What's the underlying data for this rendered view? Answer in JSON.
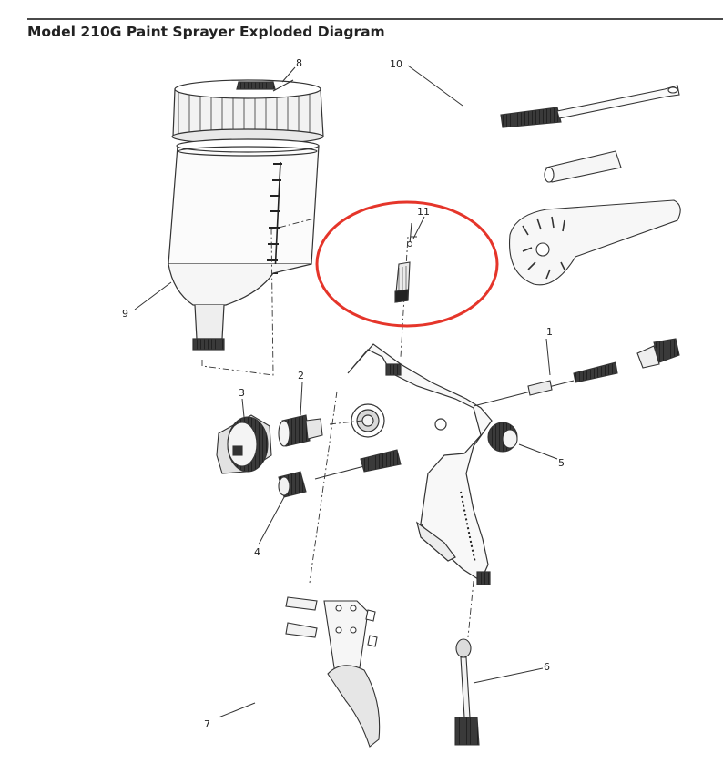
{
  "header": {
    "title": "Model 210G Paint Sprayer Exploded Diagram"
  },
  "callouts": [
    {
      "id": "1",
      "label": "1"
    },
    {
      "id": "2",
      "label": "2"
    },
    {
      "id": "3",
      "label": "3"
    },
    {
      "id": "4",
      "label": "4"
    },
    {
      "id": "5",
      "label": "5"
    },
    {
      "id": "6",
      "label": "6"
    },
    {
      "id": "7",
      "label": "7"
    },
    {
      "id": "8",
      "label": "8"
    },
    {
      "id": "9",
      "label": "9"
    },
    {
      "id": "10",
      "label": "10"
    },
    {
      "id": "11",
      "label": "11"
    }
  ],
  "highlight": {
    "target_part": "11",
    "color": "#e5352a"
  },
  "colors": {
    "line": "#333333",
    "dark_part": "#2a2a2a",
    "light_fill": "#f4f4f4",
    "mid_fill": "#d9d9d9"
  }
}
